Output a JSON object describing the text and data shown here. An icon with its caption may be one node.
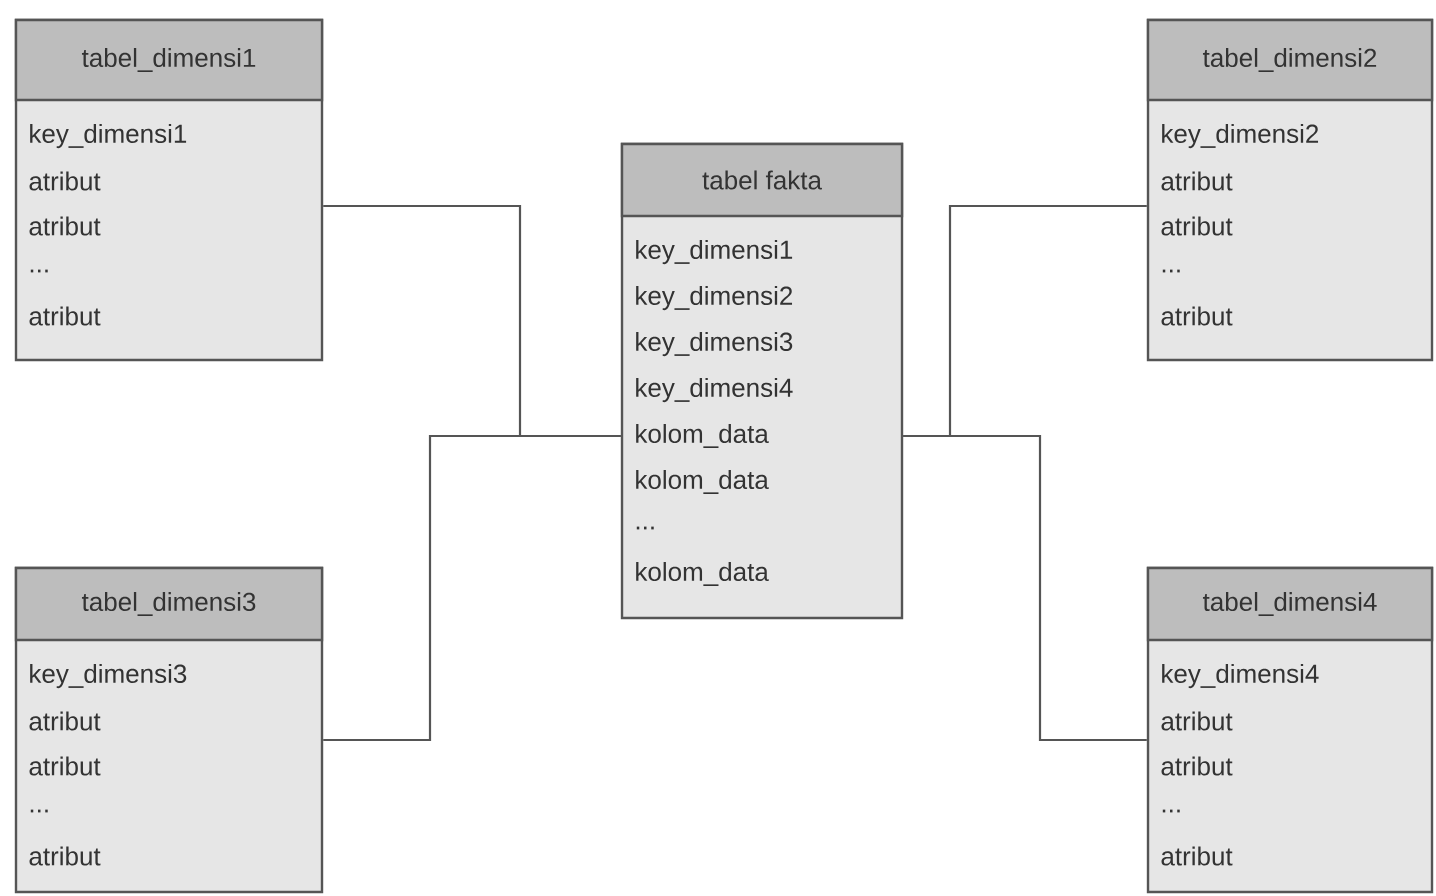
{
  "diagram": {
    "nodes": [
      {
        "text": [
          "tabel_dimensi1",
          "key_dimensi1",
          "atribut",
          "atribut",
          "...",
          "atribut"
        ]
      },
      {
        "text": [
          "tabel_dimensi2",
          "key_dimensi2",
          "atribut",
          "atribut",
          "...",
          "atribut"
        ]
      },
      {
        "text": [
          "tabel fakta",
          "key_dimensi1",
          "key_dimensi2",
          "key_dimensi3",
          "key_dimensi4",
          "kolom_data",
          "kolom_data",
          "...",
          "kolom_data"
        ]
      },
      {
        "text": [
          "tabel_dimensi3",
          "key_dimensi3",
          "atribut",
          "atribut",
          "...",
          "atribut"
        ]
      },
      {
        "text": [
          "tabel_dimensi4",
          "key_dimensi4",
          "atribut",
          "atribut",
          "...",
          "atribut"
        ]
      }
    ],
    "edges": [
      {
        "from": 0,
        "to": 2,
        "arrow": "none"
      },
      {
        "from": 1,
        "to": 2,
        "arrow": "none"
      },
      {
        "from": 3,
        "to": 2,
        "arrow": "none"
      },
      {
        "from": 4,
        "to": 2,
        "arrow": "none"
      }
    ]
  }
}
